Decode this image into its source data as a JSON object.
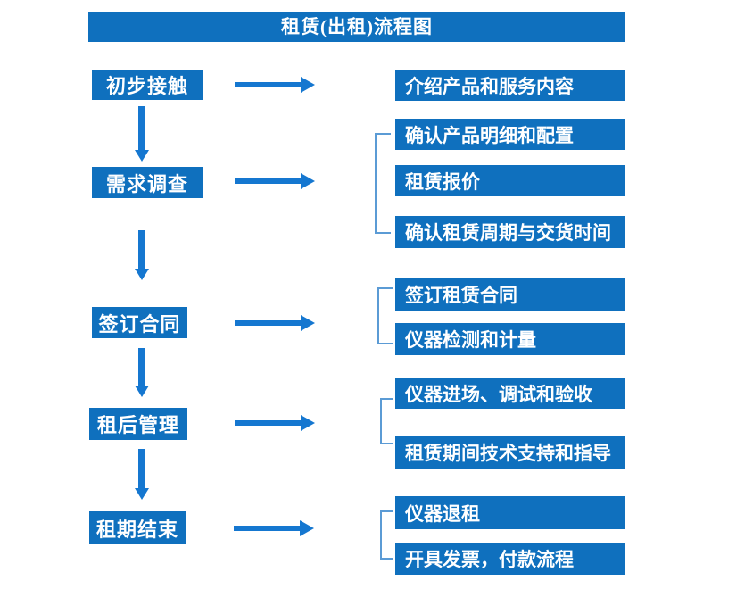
{
  "title": "租赁(出租)流程图",
  "colors": {
    "box_blue": "#0F70BE",
    "arrow_blue": "#1577D0",
    "bracket_blue": "#5B9BD5",
    "text": "#FFFFFF",
    "background": "#FFFFFF"
  },
  "stages": [
    {
      "label": "初步接触",
      "details": [
        "介绍产品和服务内容"
      ]
    },
    {
      "label": "需求调查",
      "details": [
        "确认产品明细和配置",
        "租赁报价",
        "确认租赁周期与交货时间"
      ]
    },
    {
      "label": "签订合同",
      "details": [
        "签订租赁合同",
        "仪器检测和计量"
      ]
    },
    {
      "label": "租后管理",
      "details": [
        "仪器进场、调试和验收",
        "租赁期间技术支持和指导"
      ]
    },
    {
      "label": "租期结束",
      "details": [
        "仪器退租",
        "开具发票，付款流程"
      ]
    }
  ]
}
